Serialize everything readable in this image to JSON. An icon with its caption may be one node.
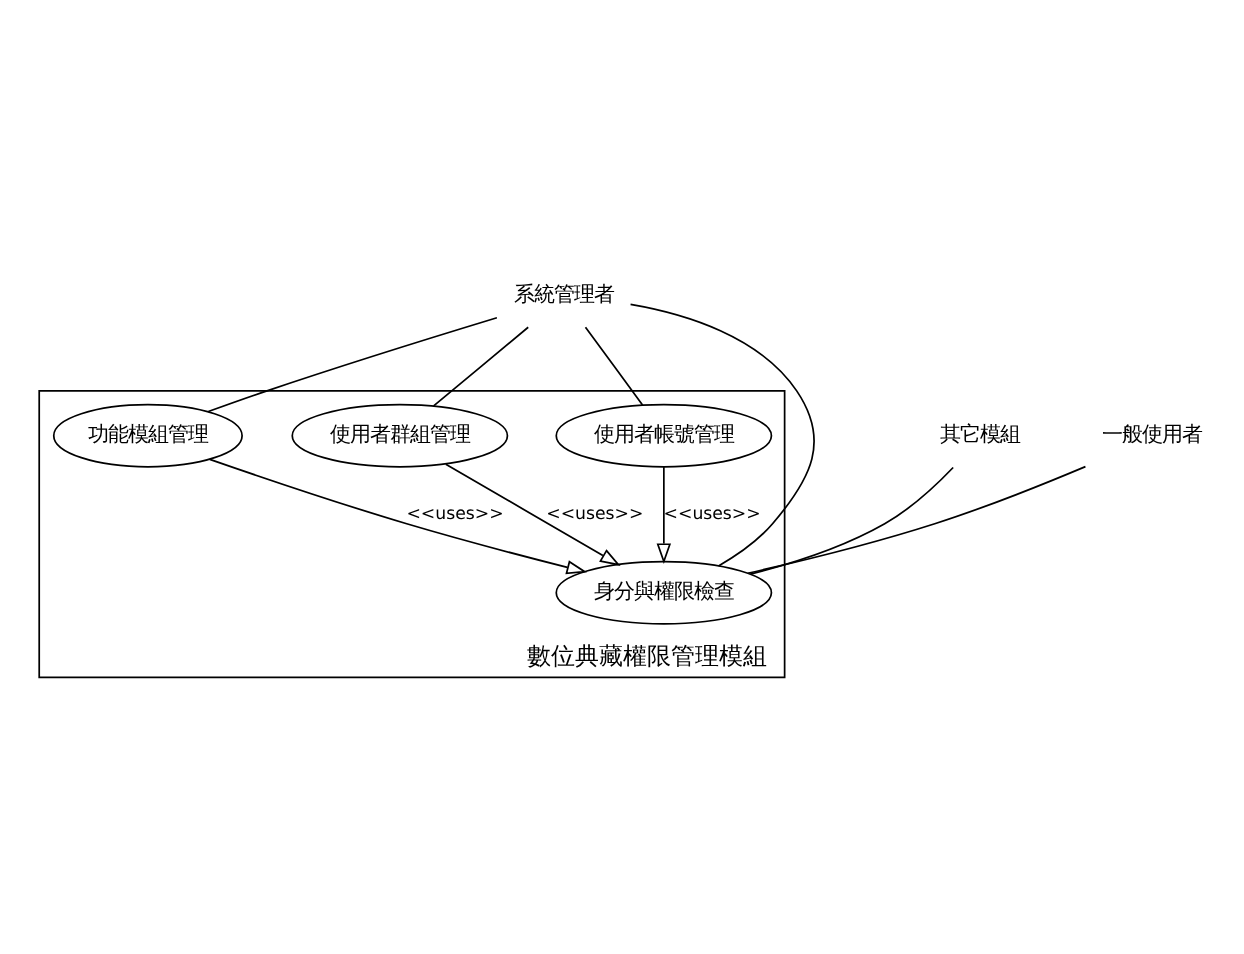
{
  "diagram": {
    "nodes": [
      {
        "text": [
          "系統管理者"
        ]
      },
      {
        "text": [
          "數位典藏權限管理模組"
        ]
      },
      {
        "text": [
          "功能模組管理"
        ],
        "in": 1
      },
      {
        "text": [
          "使用者群組管理"
        ],
        "in": 1
      },
      {
        "text": [
          "使用者帳號管理"
        ],
        "in": 1
      },
      {
        "text": [
          "身分與權限檢查"
        ],
        "in": 1
      },
      {
        "text": [
          "其它模組"
        ]
      },
      {
        "text": [
          "一般使用者"
        ]
      }
    ],
    "edges": [
      {
        "from": 0,
        "to": 2,
        "arrow": "none"
      },
      {
        "from": 0,
        "to": 3,
        "arrow": "none"
      },
      {
        "from": 0,
        "to": 4,
        "arrow": "none"
      },
      {
        "from": 0,
        "to": 5,
        "arrow": "none"
      },
      {
        "from": 2,
        "to": 5,
        "arrow": "to",
        "label": "<<uses>>"
      },
      {
        "from": 3,
        "to": 5,
        "arrow": "to",
        "label": "<<uses>>"
      },
      {
        "from": 4,
        "to": 5,
        "arrow": "to",
        "label": "<<uses>>"
      },
      {
        "from": 6,
        "to": 5,
        "arrow": "none"
      },
      {
        "from": 7,
        "to": 5,
        "arrow": "none"
      }
    ]
  }
}
